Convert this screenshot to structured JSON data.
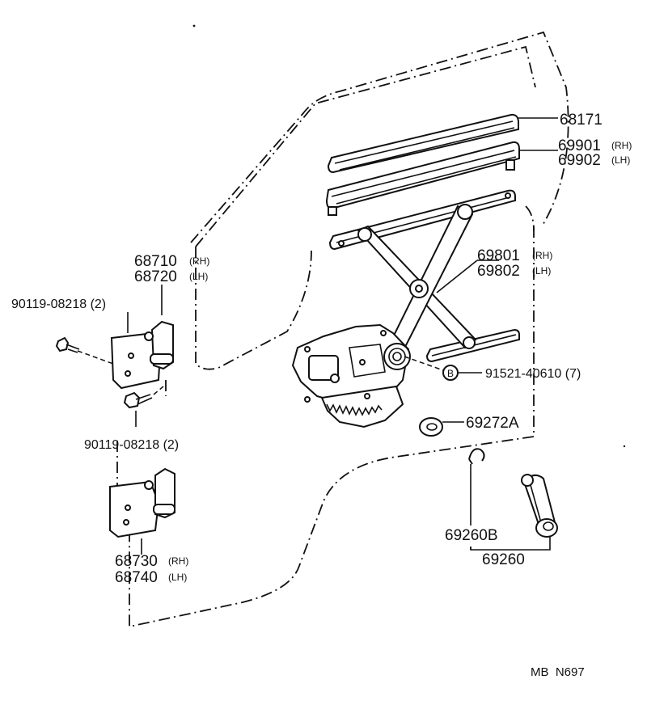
{
  "diagram_code": "MB  N697",
  "parts": {
    "p68171": "68171",
    "p69901": "69901",
    "p69901_side": "(RH)",
    "p69902": "69902",
    "p69902_side": "(LH)",
    "p69801": "69801",
    "p69801_side": "(RH)",
    "p69802": "69802",
    "p69802_side": "(LH)",
    "p68710": "68710",
    "p68710_side": "(RH)",
    "p68720": "68720",
    "p68720_side": "(LH)",
    "bolt_upper": "90119-08218 (2)",
    "bolt_lower": "90119-08218 (2)",
    "p91521": "91521-40610 (7)",
    "p91521_marker": "B",
    "p69272A": "69272A",
    "p69260B": "69260B",
    "p69260": "69260",
    "p68730": "68730",
    "p68730_side": "(RH)",
    "p68740": "68740",
    "p68740_side": "(LH)"
  }
}
